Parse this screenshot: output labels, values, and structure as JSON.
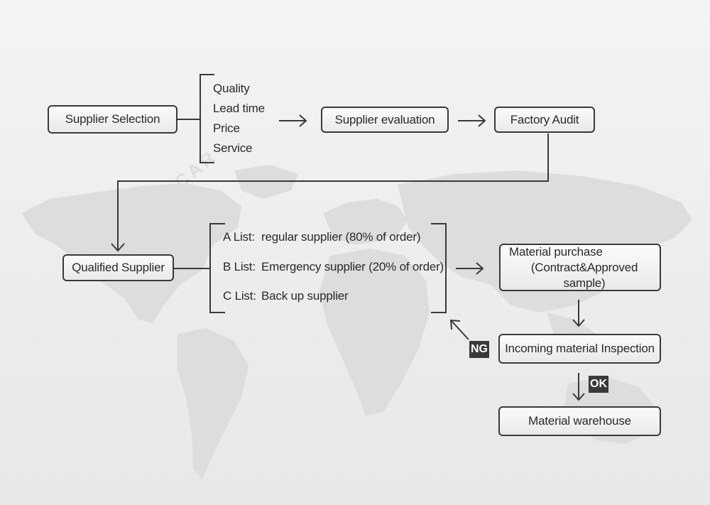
{
  "watermark": "TOPCAR",
  "nodes": {
    "supplier_selection": "Supplier Selection",
    "supplier_evaluation": "Supplier evaluation",
    "factory_audit": "Factory Audit",
    "qualified_supplier": "Qualified Supplier",
    "material_purchase_line1": "Material purchase",
    "material_purchase_line2": "(Contract&Approved sample)",
    "incoming_inspection": "Incoming material Inspection",
    "material_warehouse": "Material warehouse"
  },
  "criteria": [
    "Quality",
    "Lead time",
    "Price",
    "Service"
  ],
  "lists": [
    {
      "label": "A List:",
      "desc": "regular supplier (80% of order)"
    },
    {
      "label": "B List:",
      "desc": "Emergency supplier (20% of order)"
    },
    {
      "label": "C List:",
      "desc": "Back up supplier"
    }
  ],
  "tags": {
    "ng": "NG",
    "ok": "OK"
  },
  "colors": {
    "line": "#3a3a3a",
    "box_border": "#3a3a3a",
    "tag_bg": "#3a3a3a",
    "map": "#dcdcdc"
  }
}
